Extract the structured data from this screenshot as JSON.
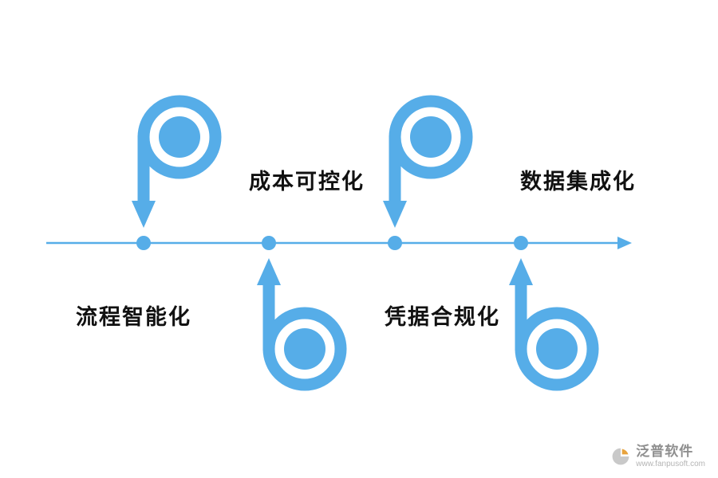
{
  "diagram": {
    "accent_color": "#56ade8",
    "labels": [
      {
        "text": "流程智能化",
        "position": "below-line"
      },
      {
        "text": "成本可控化",
        "position": "above-line"
      },
      {
        "text": "凭据合规化",
        "position": "below-line"
      },
      {
        "text": "数据集成化",
        "position": "above-line"
      }
    ]
  },
  "watermark": {
    "brand": "泛普软件",
    "url": "www.fanpusoft.com"
  }
}
